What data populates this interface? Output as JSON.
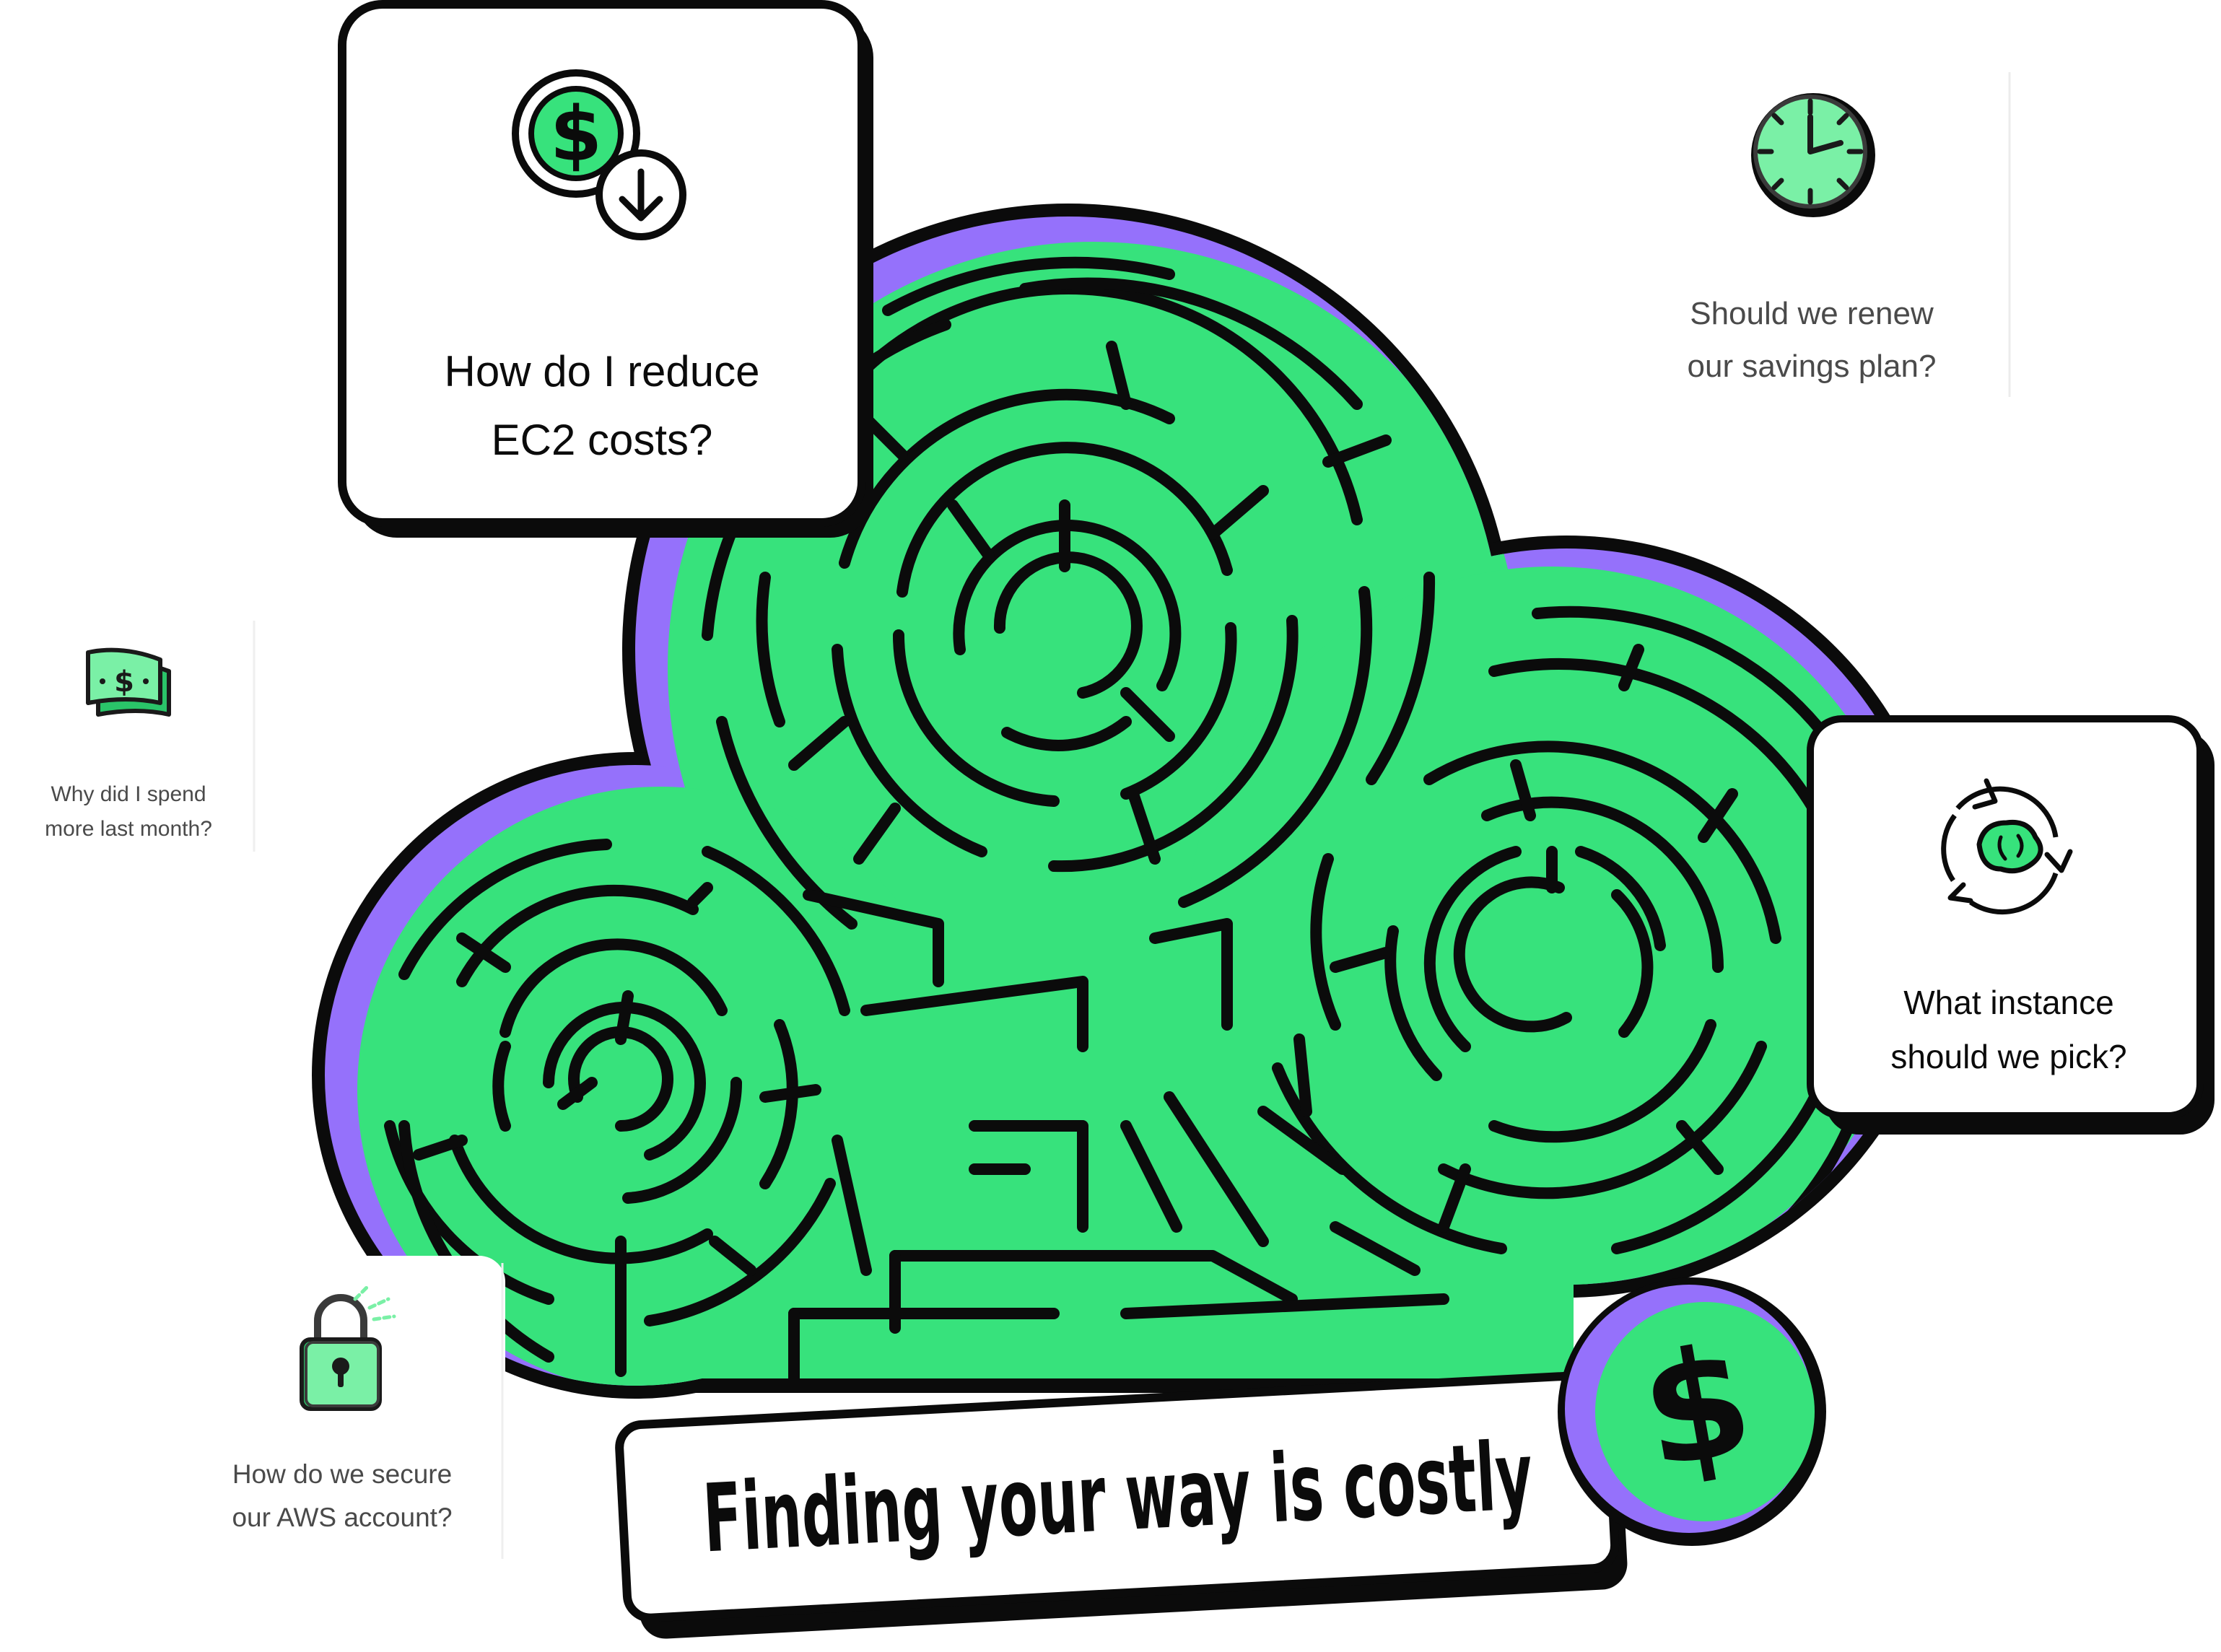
{
  "colors": {
    "green": "#37e27c",
    "purple": "#9571fb",
    "ink": "#0b0b0b",
    "white": "#ffffff",
    "soft_text": "#4a4a4a"
  },
  "cards": {
    "reduce_ec2": {
      "line1": "How do I reduce",
      "line2": "EC2 costs?",
      "icon": "dollar-coin-down-arrow-icon"
    },
    "savings_plan": {
      "line1": "Should we renew",
      "line2": "our savings plan?",
      "icon": "clock-icon"
    },
    "spend_more": {
      "line1": "Why did I spend",
      "line2": "more last month?",
      "icon": "cash-bill-icon"
    },
    "instance_pick": {
      "line1": "What instance",
      "line2": "should we pick?",
      "icon": "brain-cycle-icon"
    },
    "secure_aws": {
      "line1": "How do we secure",
      "line2": "our AWS account?",
      "icon": "padlock-icon"
    }
  },
  "banner": {
    "text": "Finding your way is costly",
    "badge_icon": "dollar-sign-icon"
  },
  "illustration": {
    "name": "cloud-maze",
    "icon": "maze-cloud-icon"
  }
}
